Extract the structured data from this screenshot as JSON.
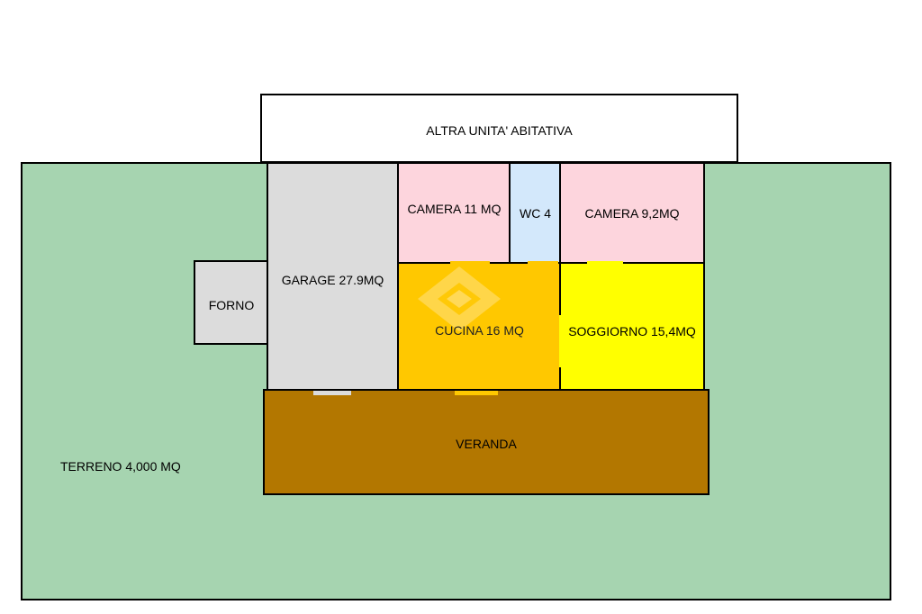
{
  "plan": {
    "other_unit": "ALTRA UNITA' ABITATIVA",
    "land": "TERRENO 4,000 MQ",
    "oven": "FORNO",
    "garage": "GARAGE 27.9MQ",
    "bedroom_1": "CAMERA 11 MQ",
    "wc": "WC 4",
    "bedroom_2": "CAMERA 9,2MQ",
    "kitchen": "CUCINA 16 MQ",
    "living": "SOGGIORNO 15,4MQ",
    "veranda": "VERANDA"
  },
  "colors": {
    "land": "#a6d4b0",
    "oven": "#dcdcdc",
    "garage": "#dcdcdc",
    "bedroom": "#fdd5dd",
    "wc": "#d3e8fb",
    "kitchen": "#ffc800",
    "living": "#ffff00",
    "veranda": "#b37700",
    "other_unit": "#ffffff"
  },
  "icons": {
    "watermark": "house-logo-watermark"
  }
}
